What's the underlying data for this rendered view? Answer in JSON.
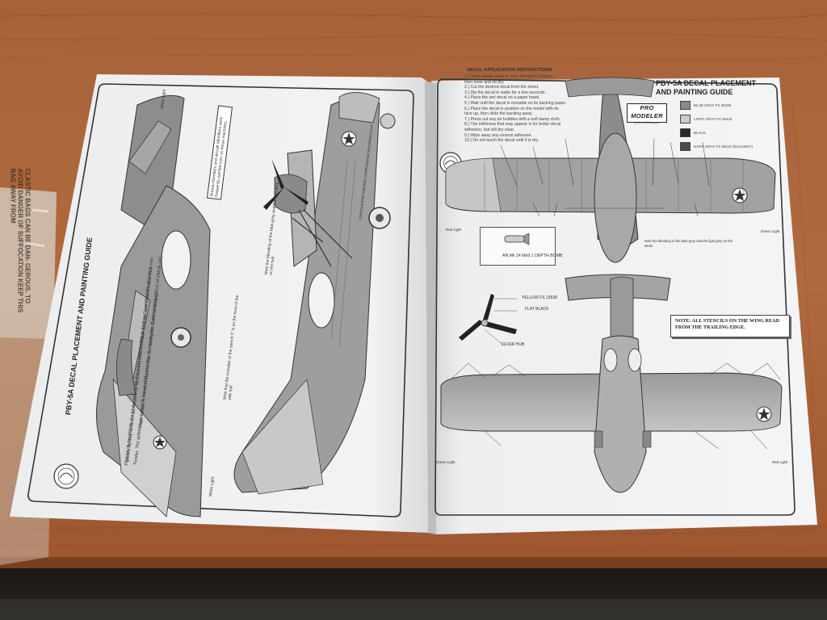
{
  "left_page": {
    "title": "PBY-5A DECAL PLACEMENT AND PAINTING GUIDE",
    "history_line1": "PBY-5A, BuNo 05045. On 12 August, 1942, this plane was the first to land on Guadalcanal's airstrip. It was",
    "history_line2": "piloted by Aide to Vice Admiral John S. McCain, Lieutenant William Simpson and Chief Aviation Pilot",
    "history_line3": "Fender. The airfield was named in honor of Major Lofton R. Henderson, Commanding Officer of VMSB-241,",
    "history_line4": "Major Lofton R. Henderson, who was lost during the Battle of Midway.",
    "note_bureau": "Bureau Numbers and aircraft identifiers were frequently painted over on these machines.",
    "note_stencil": "Note that the crossbar of the stencil 'F' is on the front of the side hull.",
    "note_blending": "Note the blending of the blue-grey and the light grey on the hull.",
    "light_label_top": "White Light",
    "light_label_bottom": "White Light",
    "hull_stencil": "CONSOLIDATED AIRCRAFT CORPORATION SAN DIEGO CALIF."
  },
  "right_page": {
    "instructions_title": "DECAL APPLICATION INSTRUCTIONS",
    "instructions": [
      "1.) Wash plastic parts in mild detergent solution,",
      "    then rinse and let dry.",
      "2.) Cut the desired decal from the sheet.",
      "3.) Dip the decal in water for a few seconds.",
      "4.) Place the wet decal on a paper towel.",
      "5.) Wait until the decal is movable on its backing paper.",
      "6.) Place the decal in position on the model with its",
      "    face up, then slide the backing away.",
      "7.) Press out any air bubbles with a soft damp cloth.",
      "8.) The milkiness that may appear is for better decal",
      "    adhesion, but will dry clear.",
      "9.) Wipe away any excess adhesive.",
      "10.) Do not touch the decal until it is dry."
    ],
    "title_line1": "PBY-5A DECAL PLACEMENT",
    "title_line2": "AND PAINTING GUIDE",
    "logo_text": "PRO MODELER",
    "logo_sub": "by Revell-Monogram",
    "legend": [
      {
        "label": "BLUE GRAY FS 35189",
        "color": "#8a8a8a"
      },
      {
        "label": "LIGHT GRAY FS 36440",
        "color": "#c9c9c9"
      },
      {
        "label": "BLACK",
        "color": "#2a2a2a"
      },
      {
        "label": "DARK GRAY FS 36118 (WALKWAY)",
        "color": "#4a4a4a"
      }
    ],
    "bomb_label": "AN Mk 14 Mod 1 DEPTH BOMB",
    "prop_yellow": "YELLOW FS 13538",
    "prop_black": "FLAT BLACK",
    "prop_hub": "SILVER HUB",
    "wing_note": "NOTE: ALL STENCILS ON THE WING READ FROM THE TRAILING EDGE.",
    "blend_note": "Note the blending of the blue-grey and the light grey on the struts.",
    "red_light": "Red Light",
    "green_light": "Green Light",
    "red_light_bottom": "Red Light",
    "green_light_bottom": "Green Light"
  },
  "bag_text": "CLASTIC BAGS CAN BE DAN- GEROUS. TO AVOID DANGER OF SUFFOCATION KEEP THIS BAG AWAY FROM"
}
